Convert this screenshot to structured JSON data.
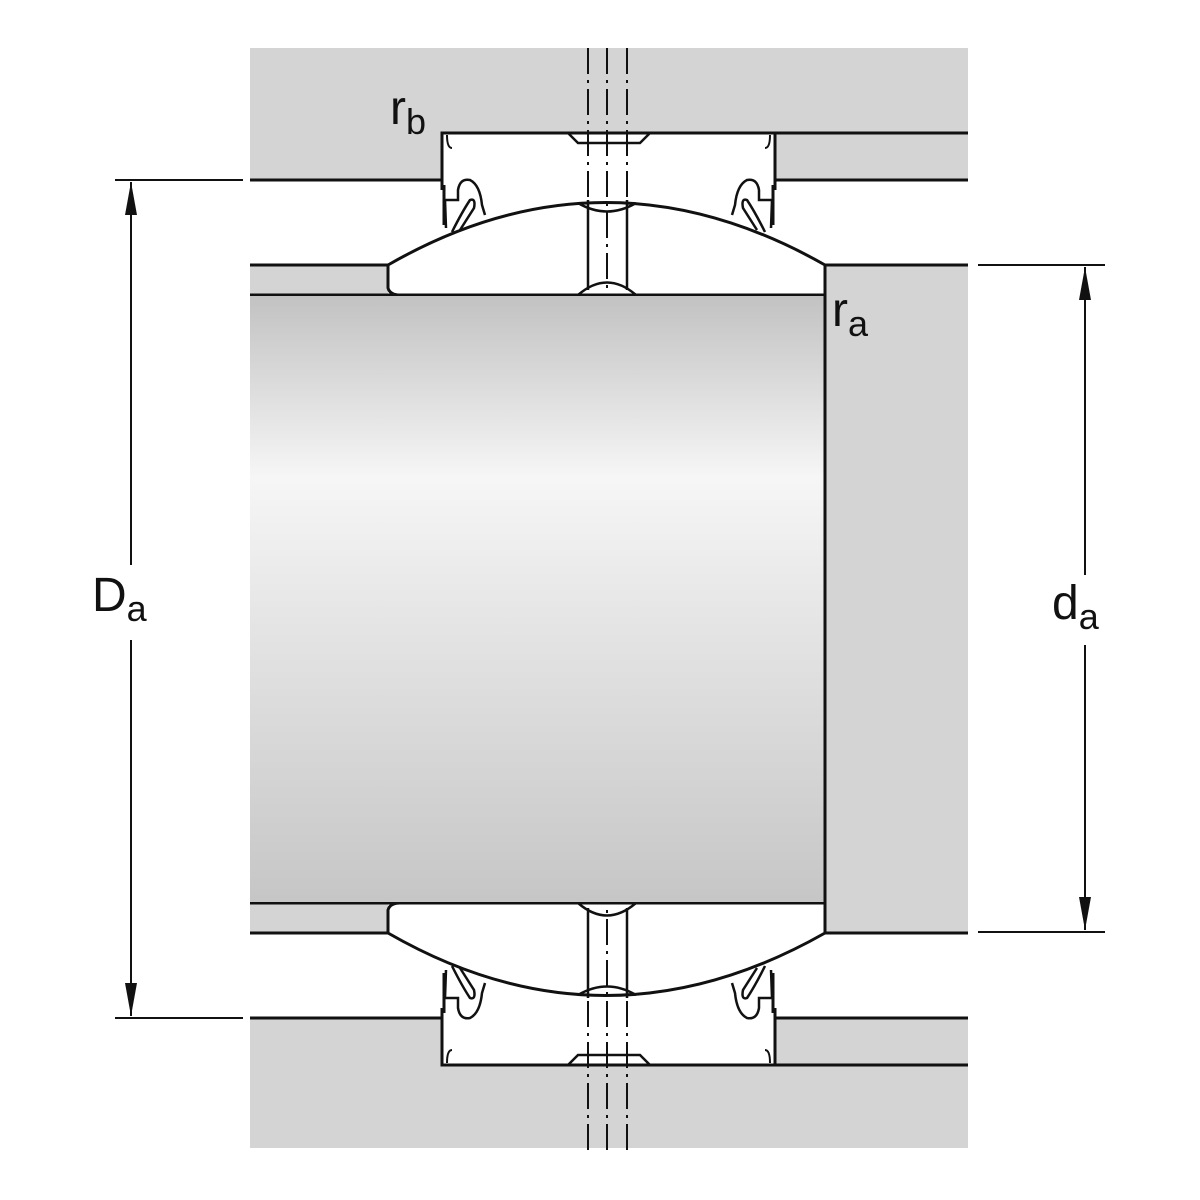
{
  "labels": {
    "Da": {
      "main": "D",
      "sub": "a"
    },
    "da": {
      "main": "d",
      "sub": "a"
    },
    "rb": {
      "main": "r",
      "sub": "b"
    },
    "ra": {
      "main": "r",
      "sub": "a"
    }
  },
  "colors": {
    "housing": "#d4d4d4",
    "line": "#111111",
    "shaft_light": "#f8f8f8",
    "shaft_dark": "#c4c4c4"
  }
}
